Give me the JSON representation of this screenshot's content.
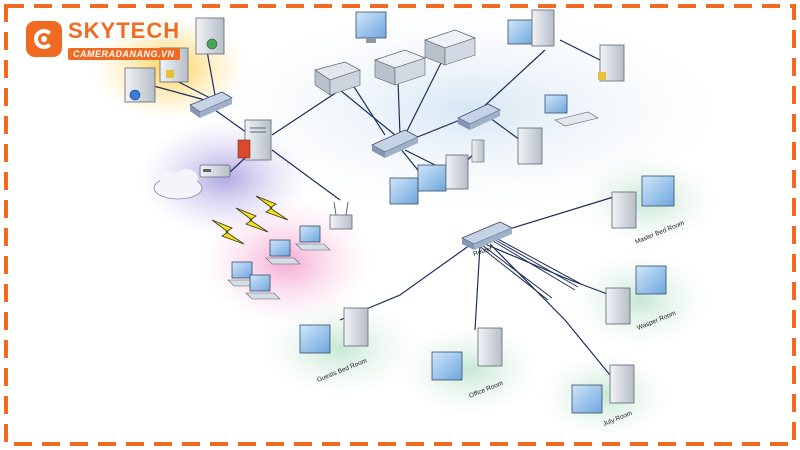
{
  "logo": {
    "title": "SKYTECH",
    "subtitle": "CAMERADANANG.VN"
  },
  "labels": {
    "router": "Router",
    "master_bed_room": "Master Bed Room",
    "guest_bed_room": "Guests Bed Room",
    "office_room": "Office Room",
    "july_room": "July Room",
    "wasper_room": "Wasper Room"
  },
  "colors": {
    "frame": "#f06a22",
    "cable": "#1c2f5c",
    "device_light": "#e9edf3",
    "device_dark": "#5d6672",
    "screen": "#8fc0ea",
    "cloud_zone": "#b7b0e4",
    "wireless_zone": "#f6b9d8",
    "server_zone": "#ffd36a",
    "room_glow": "#cfeadb"
  }
}
